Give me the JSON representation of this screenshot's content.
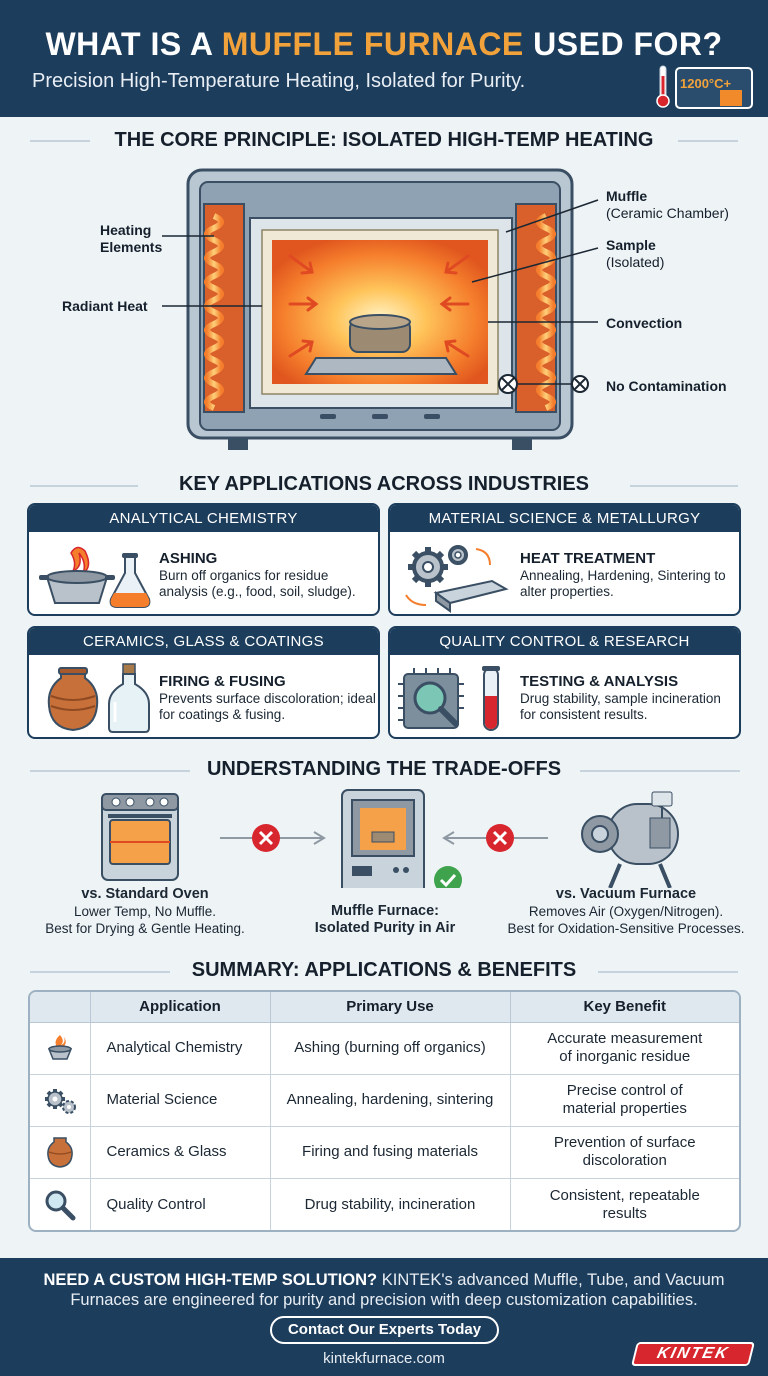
{
  "header": {
    "title_pre": "WHAT IS A ",
    "title_highlight": "MUFFLE FURNACE",
    "title_post": " USED FOR?",
    "subtitle": "Precision High-Temperature Heating, Isolated for Purity.",
    "temp_badge": "1200°C+",
    "thermometer_icon": "thermometer-icon",
    "accent_color": "#f2a23a",
    "brand_color": "#1d3d5c"
  },
  "principle": {
    "title": "THE CORE PRINCIPLE: ISOLATED HIGH-TEMP HEATING",
    "callouts": {
      "heating_elements": "Heating Elements",
      "radiant_heat": "Radiant Heat",
      "muffle": "Muffle",
      "muffle_sub": "(Ceramic Chamber)",
      "sample": "Sample",
      "sample_sub": "(Isolated)",
      "convection": "Convection",
      "no_contamination": "No Contamination"
    }
  },
  "applications": {
    "title": "KEY APPLICATIONS ACROSS INDUSTRIES",
    "cards": [
      {
        "header": "ANALYTICAL CHEMISTRY",
        "title": "ASHING",
        "desc": "Burn off organics for residue analysis (e.g., food, soil, sludge).",
        "icon": "crucible-flask-icon"
      },
      {
        "header": "MATERIAL SCIENCE & METALLURGY",
        "title": "HEAT TREATMENT",
        "desc": "Annealing, Hardening, Sintering to alter properties.",
        "icon": "gears-metal-icon"
      },
      {
        "header": "CERAMICS, GLASS & COATINGS",
        "title": "FIRING & FUSING",
        "desc": "Prevents surface discoloration; ideal for coatings & fusing.",
        "icon": "vase-bottle-icon"
      },
      {
        "header": "QUALITY CONTROL & RESEARCH",
        "title": "TESTING & ANALYSIS",
        "desc": "Drug stability, sample incineration for consistent results.",
        "icon": "magnifier-testtube-icon"
      }
    ]
  },
  "tradeoffs": {
    "title": "UNDERSTANDING THE TRADE-OFFS",
    "standard_oven": {
      "title": "vs. Standard Oven",
      "line1": "Lower Temp, No Muffle.",
      "line2": "Best for Drying & Gentle Heating.",
      "icon": "oven-icon"
    },
    "muffle_furnace": {
      "title_line1": "Muffle Furnace:",
      "title_line2": "Isolated Purity in Air",
      "icon": "muffle-furnace-icon"
    },
    "vacuum_furnace": {
      "title": "vs. Vacuum Furnace",
      "line1": "Removes Air (Oxygen/Nitrogen).",
      "line2": "Best for Oxidation-Sensitive Processes.",
      "icon": "vacuum-furnace-icon"
    },
    "no_icon": "cross-circle-icon",
    "yes_icon": "check-circle-icon"
  },
  "summary": {
    "title": "SUMMARY: APPLICATIONS & BENEFITS",
    "headers": [
      "",
      "Application",
      "Primary Use",
      "Key Benefit"
    ],
    "rows": [
      {
        "icon": "crucible-flame-icon",
        "application": "Analytical Chemistry",
        "use": "Ashing (burning off organics)",
        "benefit_1": "Accurate measurement",
        "benefit_2": "of inorganic residue"
      },
      {
        "icon": "gears-icon",
        "application": "Material Science",
        "use": "Annealing, hardening, sintering",
        "benefit_1": "Precise control of",
        "benefit_2": "material properties"
      },
      {
        "icon": "vase-icon",
        "application": "Ceramics & Glass",
        "use": "Firing and fusing materials",
        "benefit_1": "Prevention of surface",
        "benefit_2": "discoloration"
      },
      {
        "icon": "magnifier-icon",
        "application": "Quality Control",
        "use": "Drug stability, incineration",
        "benefit_1": "Consistent, repeatable",
        "benefit_2": "results"
      }
    ]
  },
  "footer": {
    "lead": "NEED A CUSTOM HIGH-TEMP SOLUTION?",
    "text": " KINTEK's advanced Muffle, Tube, and Vacuum Furnaces are engineered for purity and precision with deep customization capabilities.",
    "cta": "Contact Our Experts Today",
    "site": "kintekfurnace.com",
    "logo": "KINTEK",
    "logo_color": "#d7262e"
  }
}
